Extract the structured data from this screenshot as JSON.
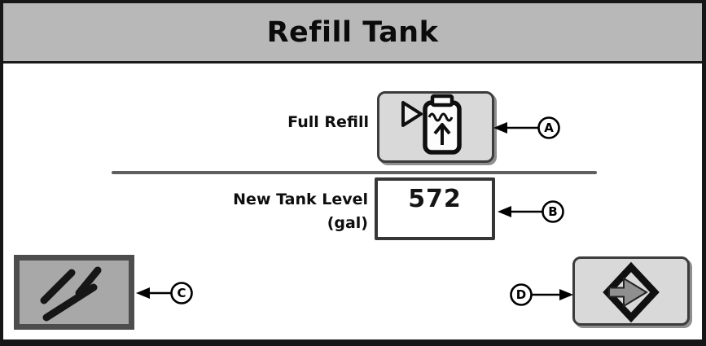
{
  "title_bar": {
    "title": "Refill Tank"
  },
  "form": {
    "full_refill": {
      "label": "Full Refill"
    },
    "new_tank_level": {
      "label_line1": "New Tank Level",
      "label_line2": "(gal)",
      "value": "572"
    }
  },
  "icons": {
    "full_refill_button": "tank-fill-up-icon",
    "cancel_button": "triple-slash-icon",
    "accept_button": "enter-diamond-arrow-icon"
  },
  "annotations": {
    "a": "A",
    "b": "B",
    "c": "C",
    "d": "D"
  },
  "colors": {
    "title_bar": "#b8b8b8",
    "button_face": "#d9d9d9",
    "cancel_face": "#a8a8a8",
    "cancel_border": "#4d4d4d",
    "border_dark": "#161616",
    "divider": "#5f5f5f",
    "field_border": "#363636",
    "shadow": "#8f8f8f",
    "background": "#ffffff"
  }
}
